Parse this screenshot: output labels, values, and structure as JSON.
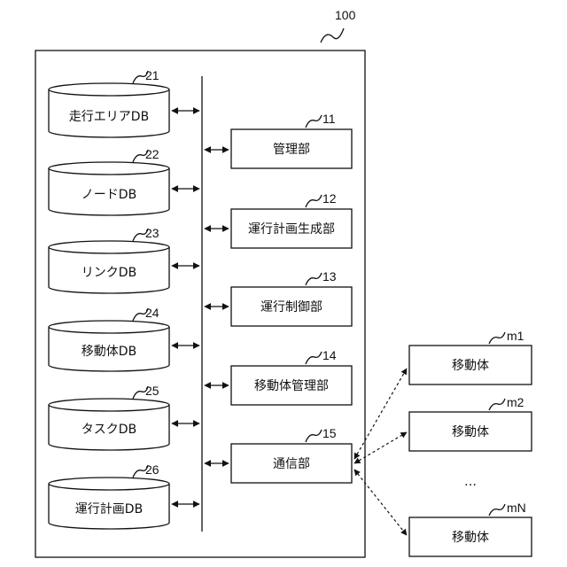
{
  "system": {
    "ref": "100"
  },
  "databases": [
    {
      "ref": "21",
      "label": "走行エリアDB"
    },
    {
      "ref": "22",
      "label": "ノードDB"
    },
    {
      "ref": "23",
      "label": "リンクDB"
    },
    {
      "ref": "24",
      "label": "移動体DB"
    },
    {
      "ref": "25",
      "label": "タスクDB"
    },
    {
      "ref": "26",
      "label": "運行計画DB"
    }
  ],
  "units": [
    {
      "ref": "11",
      "label": "管理部"
    },
    {
      "ref": "12",
      "label": "運行計画生成部"
    },
    {
      "ref": "13",
      "label": "運行制御部"
    },
    {
      "ref": "14",
      "label": "移動体管理部"
    },
    {
      "ref": "15",
      "label": "通信部"
    }
  ],
  "mobiles": [
    {
      "ref": "m1",
      "label": "移動体"
    },
    {
      "ref": "m2",
      "label": "移動体"
    },
    {
      "ref": "mN",
      "label": "移動体"
    }
  ],
  "ellipsis": "…"
}
